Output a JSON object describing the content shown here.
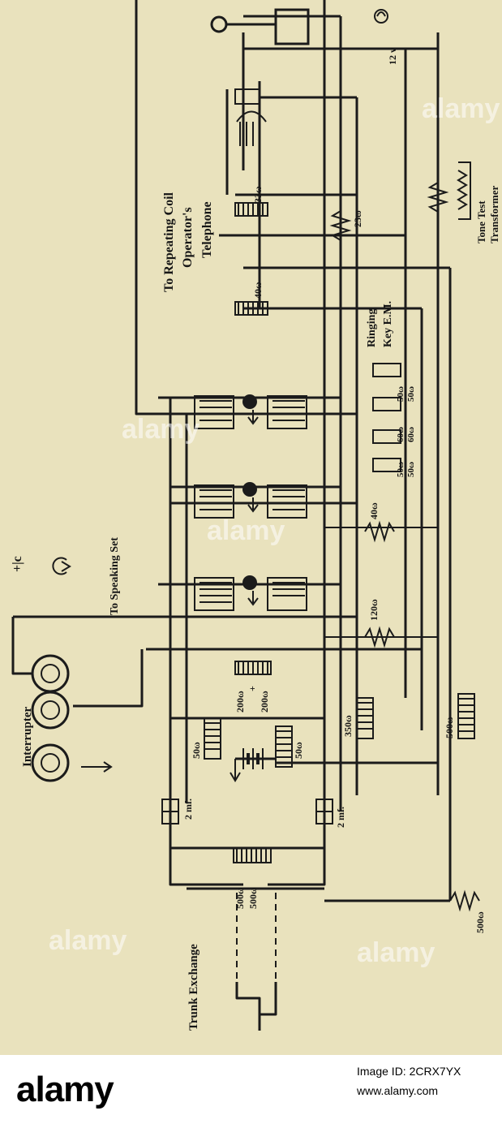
{
  "diagram": {
    "labels": {
      "interrupter": "Interrupter",
      "trunk_exchange": "Trunk Exchange",
      "to_speaking_set": "To Speaking Set",
      "to_repeating_coil": "To Repeating Coil",
      "operators_telephone_1": "Operator's",
      "operators_telephone_2": "Telephone",
      "ringing_key_1": "Ringing",
      "ringing_key_2": "Key E.M.",
      "tone_test_1": "Tone Test",
      "tone_test_2": "Transformer",
      "battery_sign": "+|c"
    },
    "values": {
      "r_33": "33ω",
      "r_23": "23ω",
      "r_40_top": "40ω",
      "r_40_mid": "40ω",
      "r_120": "120ω",
      "r_200a": "200ω",
      "r_200_plus": "+",
      "r_200b": "200ω",
      "r_50_left": "50ω",
      "r_50_mid": "50ω",
      "r_350": "350ω",
      "r_500_lower": "500ω",
      "r_500_a": "500ω",
      "r_500_b": "500ω",
      "r_500_bottom": "500ω",
      "c_2mf_top": "2 mf.",
      "c_2mf_bottom": "2 mf.",
      "ring_50a": "50ω",
      "ring_60a": "60ω",
      "ring_50b": "50ω",
      "ring_60b": "60ω",
      "ring_50c": "50ω",
      "ring_50d": "50ω",
      "lamp_12": "12 v"
    }
  },
  "watermark": {
    "text": "alamy"
  },
  "footer": {
    "logo": "alamy",
    "image_id": "Image ID: 2CRX7YX",
    "url": "www.alamy.com"
  }
}
